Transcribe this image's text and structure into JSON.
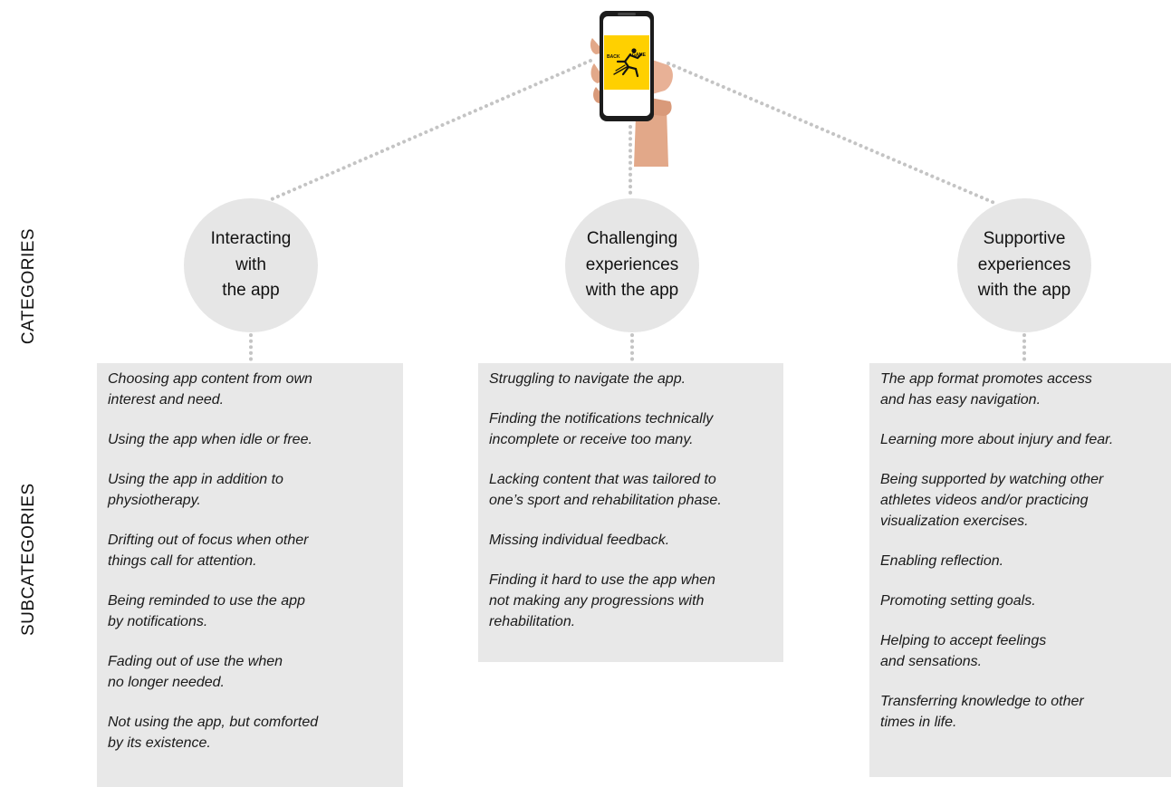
{
  "side_labels": {
    "categories": "CATEGORIES",
    "subcategories": "SUBCATEGORIES"
  },
  "phone": {
    "screen_color": "#ffd000",
    "logo_text_left": "BACK",
    "logo_text_right": "GAME"
  },
  "categories": [
    {
      "label": "Interacting\nwith\nthe app",
      "subcategories": [
        "Choosing app content from own\ninterest and need.",
        "Using the app when idle or free.",
        "Using the app in addition to\nphysiotherapy.",
        "Drifting out of focus when other\nthings call for attention.",
        "Being reminded to use the app\nby notifications.",
        "Fading out of use the when\nno longer needed.",
        "Not using the app, but comforted\nby its existence."
      ]
    },
    {
      "label": "Challenging\nexperiences\nwith the app",
      "subcategories": [
        "Struggling to navigate the app.",
        "Finding the notifications technically\nincomplete or receive too many.",
        "Lacking content that was tailored to\none’s sport and rehabilitation phase.",
        "Missing individual feedback.",
        "Finding it hard to use the app when\nnot making any progressions with\nrehabilitation."
      ]
    },
    {
      "label": "Supportive\nexperiences\nwith the app",
      "subcategories": [
        "The app format promotes access\nand has easy navigation.",
        "Learning more about injury and fear.",
        "Being supported by watching other\nathletes videos and/or practicing\nvisualization exercises.",
        "Enabling reflection.",
        "Promoting setting goals.",
        "Helping to accept feelings\nand sensations.",
        "Transferring knowledge to other\ntimes in life."
      ]
    }
  ]
}
